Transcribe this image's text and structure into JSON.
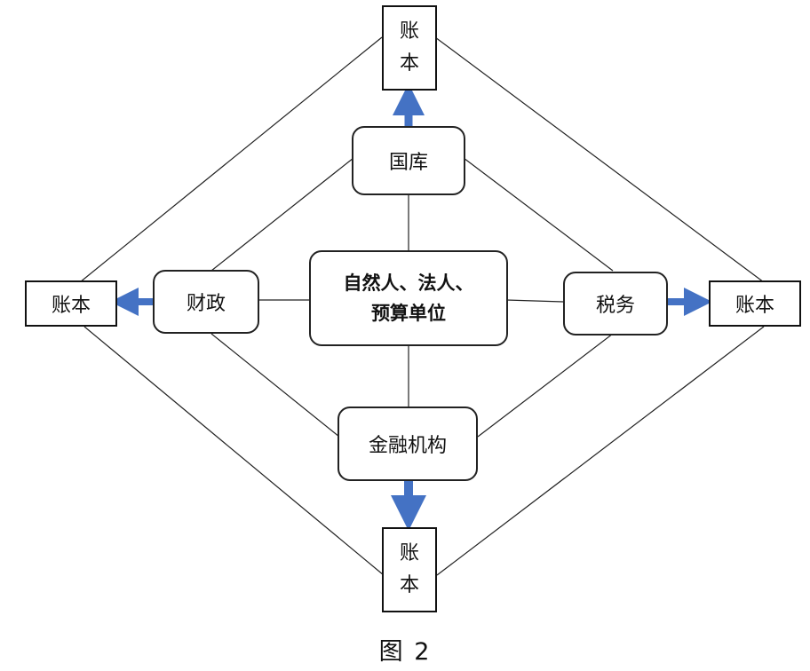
{
  "nodes": {
    "center_line1": "自然人、法人、",
    "center_line2": "预算单位",
    "treasury": "国库",
    "finance": "财政",
    "tax": "税务",
    "bank": "金融机构",
    "ledger_top_1": "账",
    "ledger_top_2": "本",
    "ledger_bottom_1": "账",
    "ledger_bottom_2": "本",
    "ledger_left": "账本",
    "ledger_right": "账本"
  },
  "caption": "图 2",
  "colors": {
    "arrow": "#4472c4",
    "line": "#222222"
  }
}
